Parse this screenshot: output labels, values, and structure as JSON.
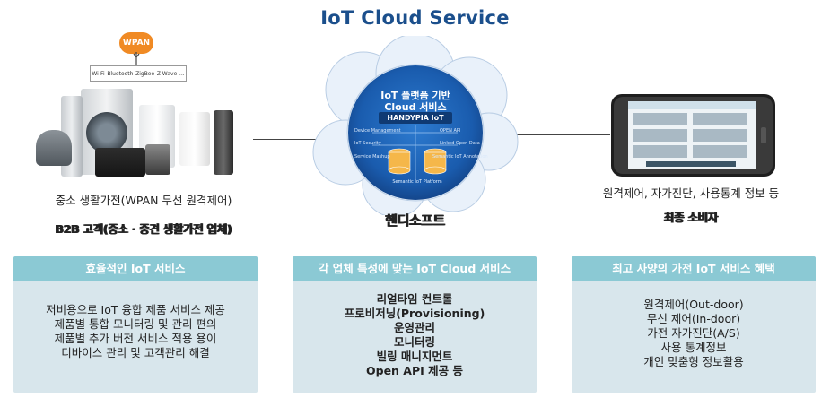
{
  "title": "IoT Cloud Service",
  "left": {
    "wpan_badge": "WPAN",
    "protocols": [
      "Wi-Fi",
      "Bluetooth",
      "ZigBee",
      "Z-Wave",
      "..."
    ],
    "caption": "중소 생활가전(WPAN 무선 원격제어)",
    "target": "B2B 고객(중소 · 중견 생활가전 업체)"
  },
  "cloud": {
    "line1": "IoT 플랫폼 기반",
    "line2": "Cloud 서비스",
    "brand": "HANDYPIA IoT",
    "modules": [
      "Device Management",
      "OPEN API",
      "IoT Security",
      "Linked Open Data",
      "Service Mashup",
      "Semantic IoT Annotation"
    ],
    "footer": "Semantic IoT Platform",
    "company": "핸디소프트"
  },
  "right": {
    "caption": "원격제어, 자가진단, 사용통계 정보 등",
    "target": "최종 소비자"
  },
  "boxes": [
    {
      "header": "효율적인 IoT 서비스",
      "lines": [
        "저비용으로 IoT 융합 제품 서비스 제공",
        "제품별 통합 모니터링 및 관리 편의",
        "제품별 추가 버전 서비스 적용 용이",
        "디바이스 관리 및 고객관리 해결"
      ]
    },
    {
      "header": "각 업체 특성에 맞는 IoT Cloud 서비스",
      "lines": [
        "리얼타임 컨트롤",
        "프로비저닝(Provisioning)",
        "운영관리",
        "모니터링",
        "빌링 매니지먼트",
        "Open API 제공 등"
      ]
    },
    {
      "header": "최고 사양의 가전 IoT 서비스 혜택",
      "lines": [
        "원격제어(Out-door)",
        "무선 제어(In-door)",
        "가전 자가진단(A/S)",
        "사용 통계정보",
        "개인 맞춤형 정보활용"
      ]
    }
  ]
}
